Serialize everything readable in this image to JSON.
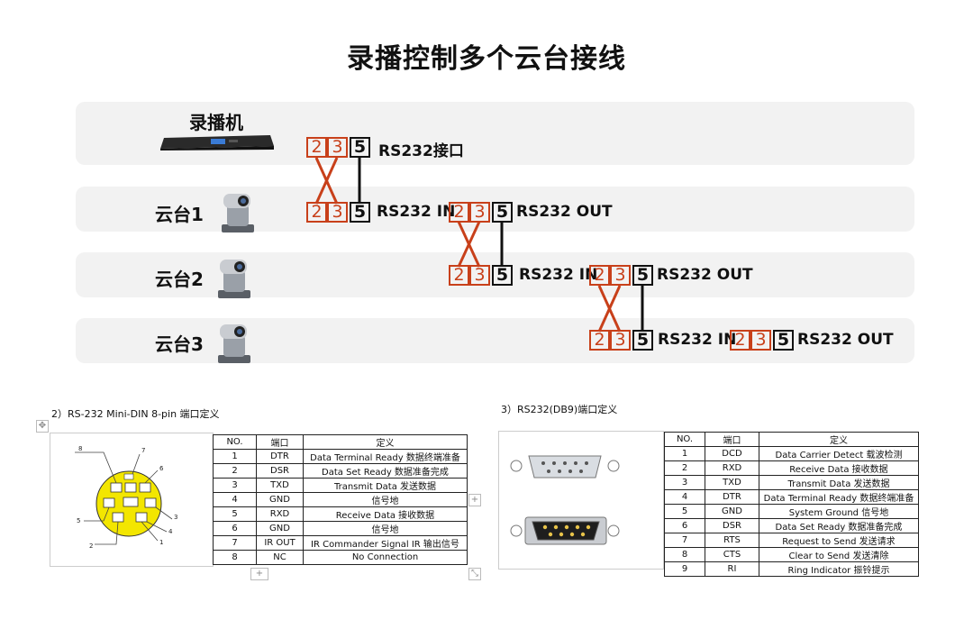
{
  "title": "录播控制多个云台接线",
  "recorder": {
    "label": "录播机",
    "port_label": "RS232接口"
  },
  "cameras": [
    {
      "label": "云台1",
      "in_label": "RS232 IN",
      "out_label": "RS232 OUT"
    },
    {
      "label": "云台2",
      "in_label": "RS232 IN",
      "out_label": "RS232 OUT"
    },
    {
      "label": "云台3",
      "in_label": "RS232 IN",
      "out_label": "RS232 OUT"
    }
  ],
  "pins": [
    "2",
    "3",
    "5"
  ],
  "colors": {
    "crossover": "#c8401a",
    "ground": "#111111",
    "band": "#f2f2f2",
    "mini_din": "#f3e600"
  },
  "mini_din": {
    "caption": "2）RS-232 Mini-DIN 8-pin 端口定义",
    "pin_labels": [
      "8",
      "7",
      "6",
      "5",
      "3",
      "4",
      "2",
      "1"
    ],
    "headers": [
      "NO.",
      "端口",
      "定义"
    ],
    "rows": [
      [
        "1",
        "DTR",
        "Data Terminal Ready 数据终端准备"
      ],
      [
        "2",
        "DSR",
        "Data Set Ready 数据准备完成"
      ],
      [
        "3",
        "TXD",
        "Transmit Data 发送数据"
      ],
      [
        "4",
        "GND",
        "信号地"
      ],
      [
        "5",
        "RXD",
        "Receive Data 接收数据"
      ],
      [
        "6",
        "GND",
        "信号地"
      ],
      [
        "7",
        "IR OUT",
        "IR Commander Signal IR 输出信号"
      ],
      [
        "8",
        "NC",
        "No Connection"
      ]
    ]
  },
  "db9": {
    "caption": "3）RS232(DB9)端口定义",
    "headers": [
      "NO.",
      "端口",
      "定义"
    ],
    "rows": [
      [
        "1",
        "DCD",
        "Data Carrier Detect 载波检测"
      ],
      [
        "2",
        "RXD",
        "Receive Data 接收数据"
      ],
      [
        "3",
        "TXD",
        "Transmit Data 发送数据"
      ],
      [
        "4",
        "DTR",
        "Data Terminal Ready 数据终端准备"
      ],
      [
        "5",
        "GND",
        "System Ground 信号地"
      ],
      [
        "6",
        "DSR",
        "Data Set Ready 数据准备完成"
      ],
      [
        "7",
        "RTS",
        "Request to Send 发送请求"
      ],
      [
        "8",
        "CTS",
        "Clear to Send 发送清除"
      ],
      [
        "9",
        "RI",
        "Ring Indicator 振铃提示"
      ]
    ]
  }
}
